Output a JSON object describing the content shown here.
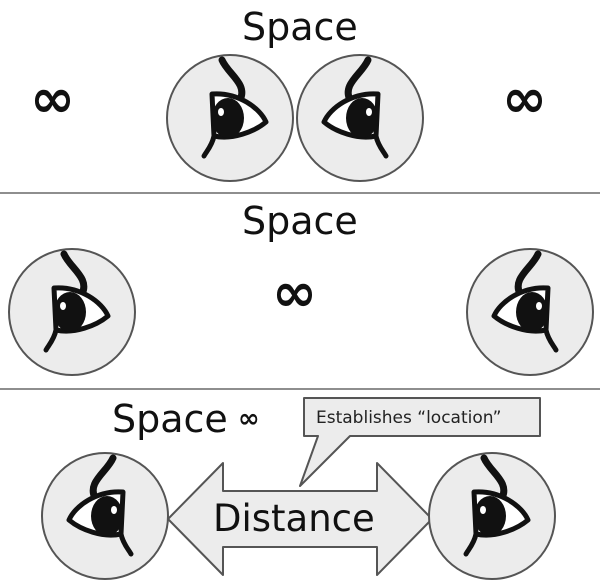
{
  "panels": [
    {
      "title": "Space",
      "infinity_symbols": [
        "∞",
        "∞"
      ]
    },
    {
      "title": "Space",
      "infinity_symbols": [
        "∞"
      ]
    },
    {
      "title": "Space",
      "infinity_symbols": [
        "∞"
      ]
    }
  ],
  "callout": {
    "text": "Establishes “location”"
  },
  "arrow": {
    "label": "Distance"
  },
  "colors": {
    "eye_fill": "#ececec",
    "eye_stroke": "#555555",
    "divider": "#8e8e8e",
    "ink": "#111111"
  }
}
